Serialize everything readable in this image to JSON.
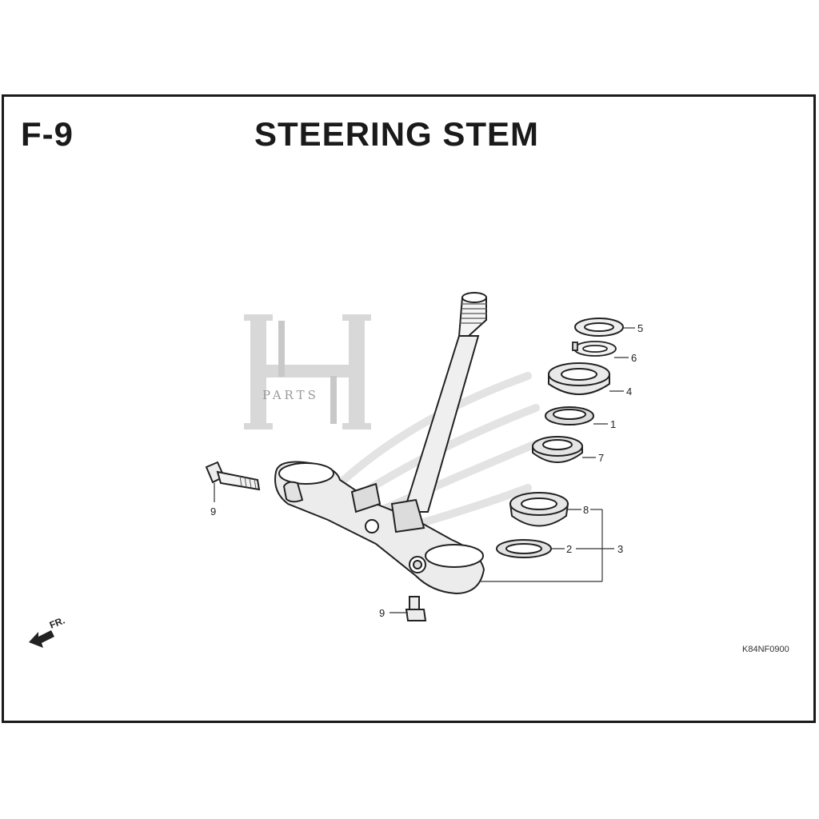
{
  "header": {
    "section_code": "F-9",
    "title": "STEERING STEM"
  },
  "watermark": {
    "text": "PARTS"
  },
  "callouts": [
    {
      "id": "5",
      "label": "5"
    },
    {
      "id": "6",
      "label": "6"
    },
    {
      "id": "4",
      "label": "4"
    },
    {
      "id": "1",
      "label": "1"
    },
    {
      "id": "7",
      "label": "7"
    },
    {
      "id": "8",
      "label": "8"
    },
    {
      "id": "2",
      "label": "2"
    },
    {
      "id": "3",
      "label": "3"
    },
    {
      "id": "9a",
      "label": "9"
    },
    {
      "id": "9b",
      "label": "9"
    }
  ],
  "direction": {
    "label": "FR."
  },
  "reference_code": "K84NF0900"
}
